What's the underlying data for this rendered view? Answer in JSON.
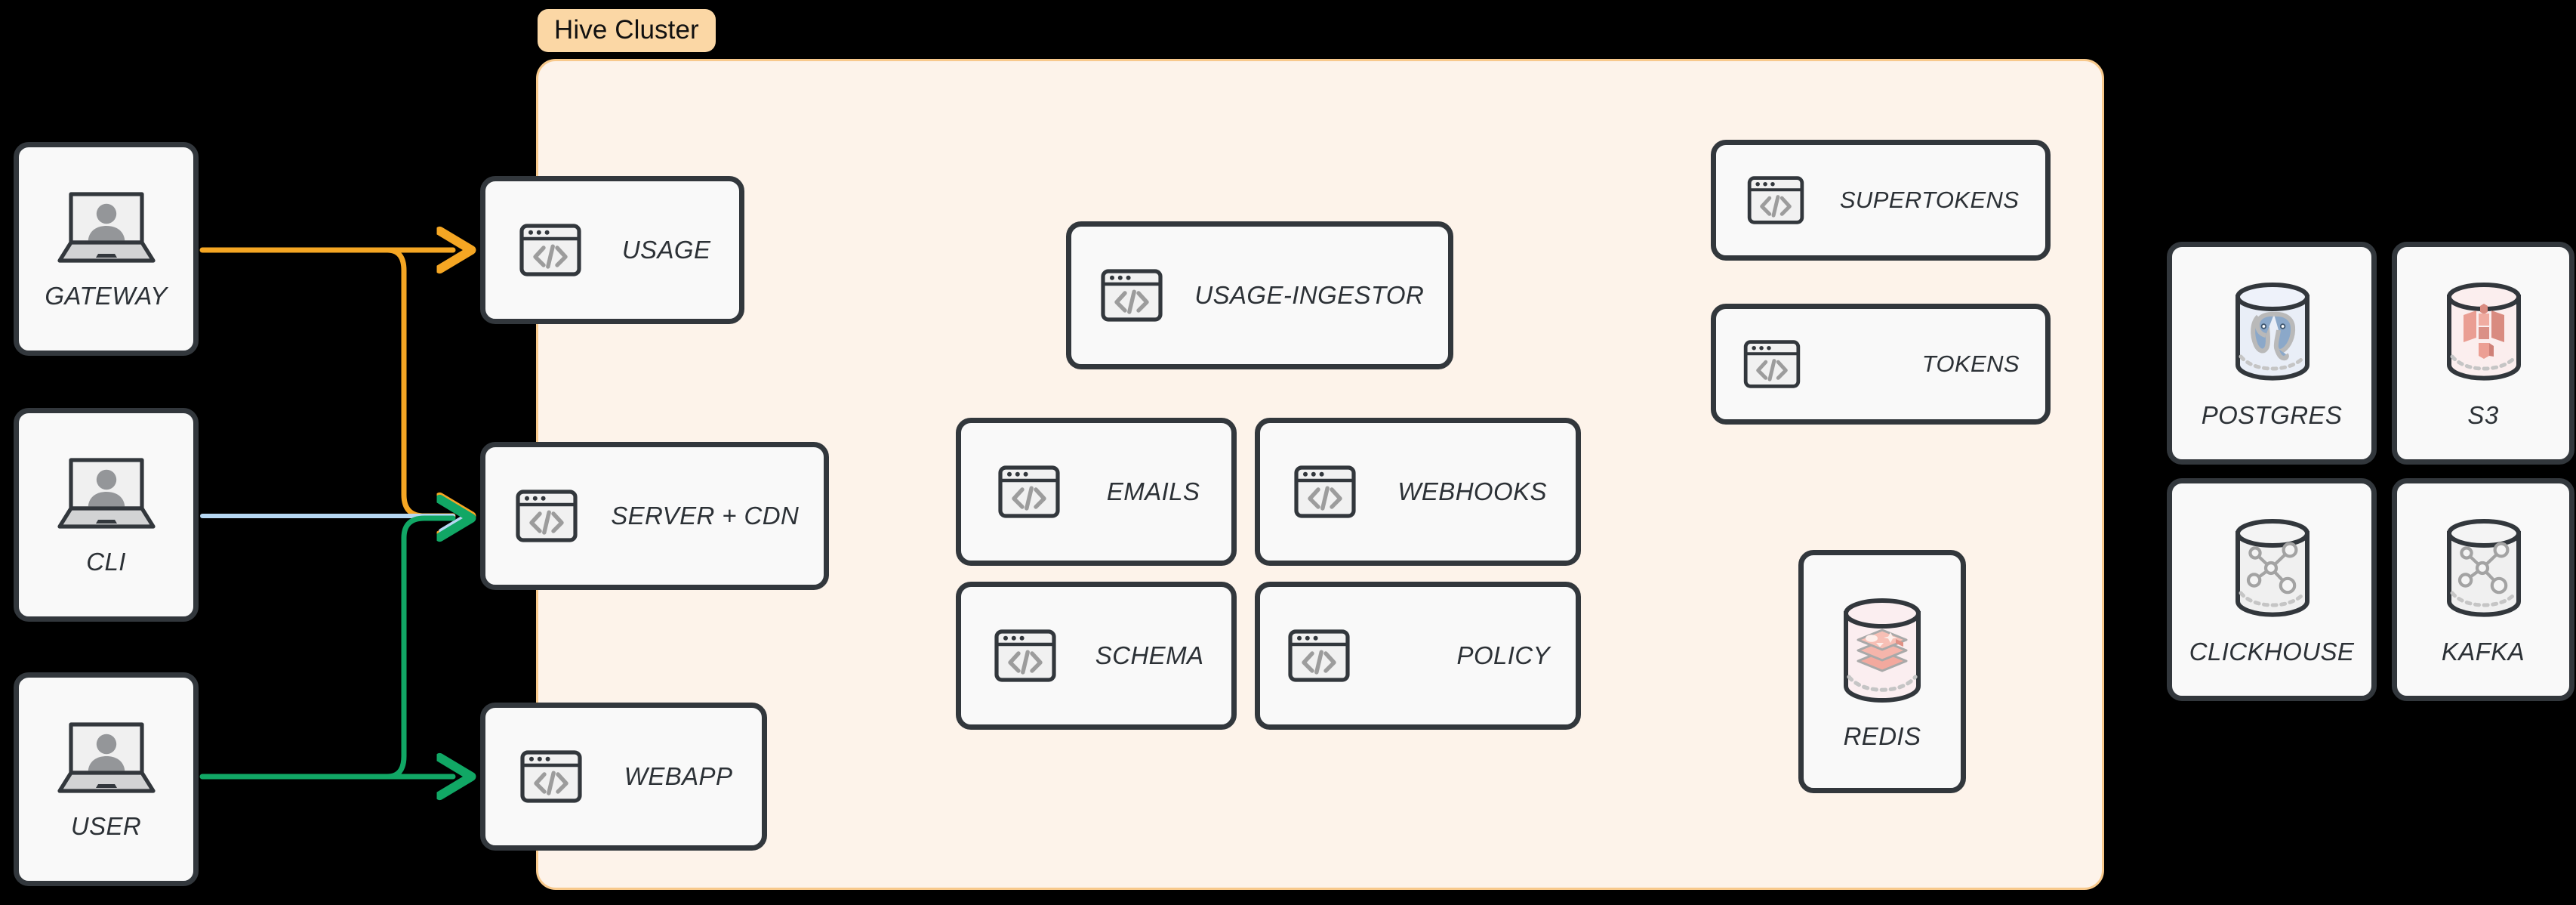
{
  "cluster": {
    "badge_label": "Hive Cluster",
    "fill_color": "#fdf3ea",
    "border_color": "#f8c98c",
    "badge_color": "#fbd7a5"
  },
  "actors": [
    {
      "label": "GATEWAY",
      "icon": "laptop-user-icon"
    },
    {
      "label": "CLI",
      "icon": "laptop-user-icon"
    },
    {
      "label": "USER",
      "icon": "laptop-user-icon"
    }
  ],
  "edge_services": [
    {
      "label": "USAGE",
      "icon": "code-window-icon"
    },
    {
      "label": "SERVER + CDN",
      "icon": "code-window-icon"
    },
    {
      "label": "WEBAPP",
      "icon": "code-window-icon"
    }
  ],
  "core_services": [
    {
      "label": "USAGE-INGESTOR",
      "icon": "code-window-icon"
    },
    {
      "label": "EMAILS",
      "icon": "code-window-icon"
    },
    {
      "label": "WEBHOOKS",
      "icon": "code-window-icon"
    },
    {
      "label": "SCHEMA",
      "icon": "code-window-icon"
    },
    {
      "label": "POLICY",
      "icon": "code-window-icon"
    }
  ],
  "auth_services": [
    {
      "label": "SUPERTOKENS",
      "icon": "code-window-icon"
    },
    {
      "label": "TOKENS",
      "icon": "code-window-icon"
    }
  ],
  "cluster_datastores": [
    {
      "label": "REDIS",
      "icon": "redis-cylinder-icon"
    }
  ],
  "external_datastores": [
    {
      "label": "POSTGRES",
      "icon": "postgres-cylinder-icon"
    },
    {
      "label": "S3",
      "icon": "s3-cylinder-icon"
    },
    {
      "label": "CLICKHOUSE",
      "icon": "graph-cylinder-icon"
    },
    {
      "label": "KAFKA",
      "icon": "graph-cylinder-icon"
    }
  ],
  "connections": [
    {
      "from": "GATEWAY",
      "to": "USAGE",
      "color": "#f5a623"
    },
    {
      "from": "GATEWAY",
      "to": "SERVER + CDN",
      "color": "#f5a623"
    },
    {
      "from": "CLI",
      "to": "SERVER + CDN",
      "color": "#b6d7f2"
    },
    {
      "from": "USER",
      "to": "SERVER + CDN",
      "color": "#11a765"
    },
    {
      "from": "USER",
      "to": "WEBAPP",
      "color": "#11a765"
    }
  ]
}
